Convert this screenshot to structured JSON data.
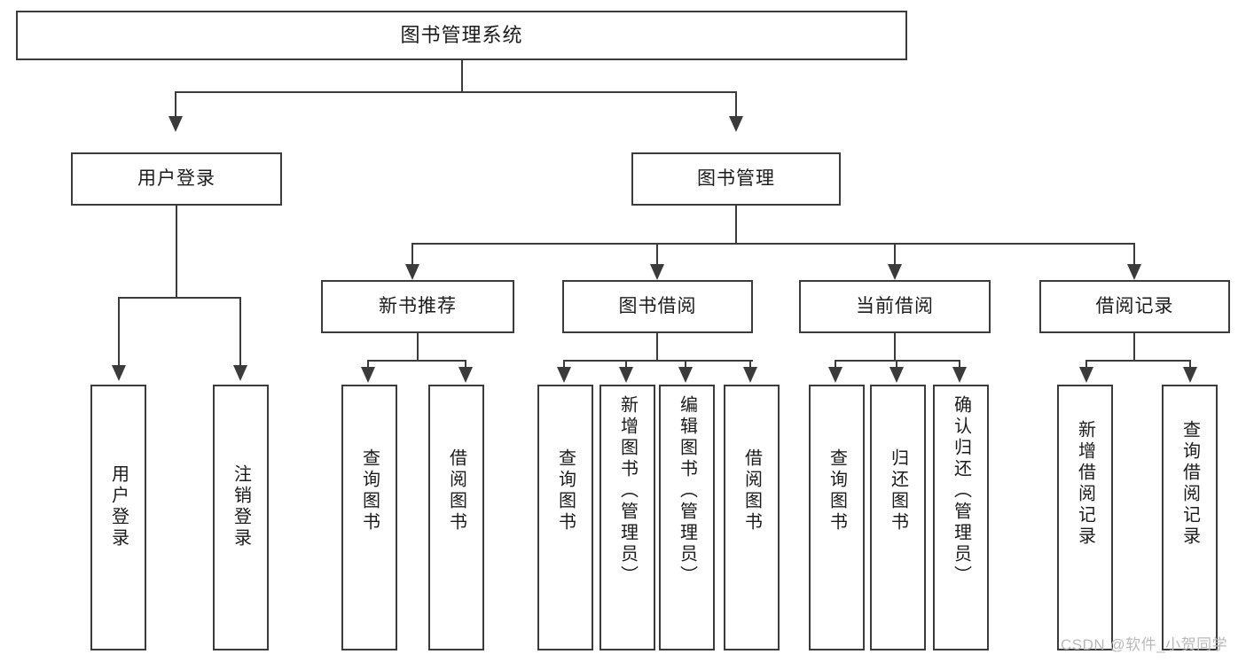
{
  "diagram": {
    "title": "图书管理系统",
    "type": "功能结构图",
    "line_color": "#3b3b3b",
    "box_fill": "#ffffff",
    "text_color": "#1b1b1b",
    "background": "#ffffff"
  },
  "root": {
    "label": "图书管理系统"
  },
  "level2": [
    {
      "label": "用户登录"
    },
    {
      "label": "图书管理"
    }
  ],
  "level3": [
    {
      "label": "新书推荐"
    },
    {
      "label": "图书借阅"
    },
    {
      "label": "当前借阅"
    },
    {
      "label": "借阅记录"
    }
  ],
  "leaves": {
    "user_login": [
      {
        "label": "用户登录"
      },
      {
        "label": "注销登录"
      }
    ],
    "new_book": [
      {
        "label": "查询图书"
      },
      {
        "label": "借阅图书"
      }
    ],
    "book_borrow": [
      {
        "label": "查询图书"
      },
      {
        "label": "新增图书（管理员）"
      },
      {
        "label": "编辑图书（管理员）"
      },
      {
        "label": "借阅图书"
      }
    ],
    "current_borrow": [
      {
        "label": "查询图书"
      },
      {
        "label": "归还图书"
      },
      {
        "label": "确认归还（管理员）"
      }
    ],
    "borrow_record": [
      {
        "label": "新增借阅记录"
      },
      {
        "label": "查询借阅记录"
      }
    ]
  },
  "watermark": {
    "text": "CSDN @软件_小贺同学",
    "color": "#b9b9b9"
  }
}
